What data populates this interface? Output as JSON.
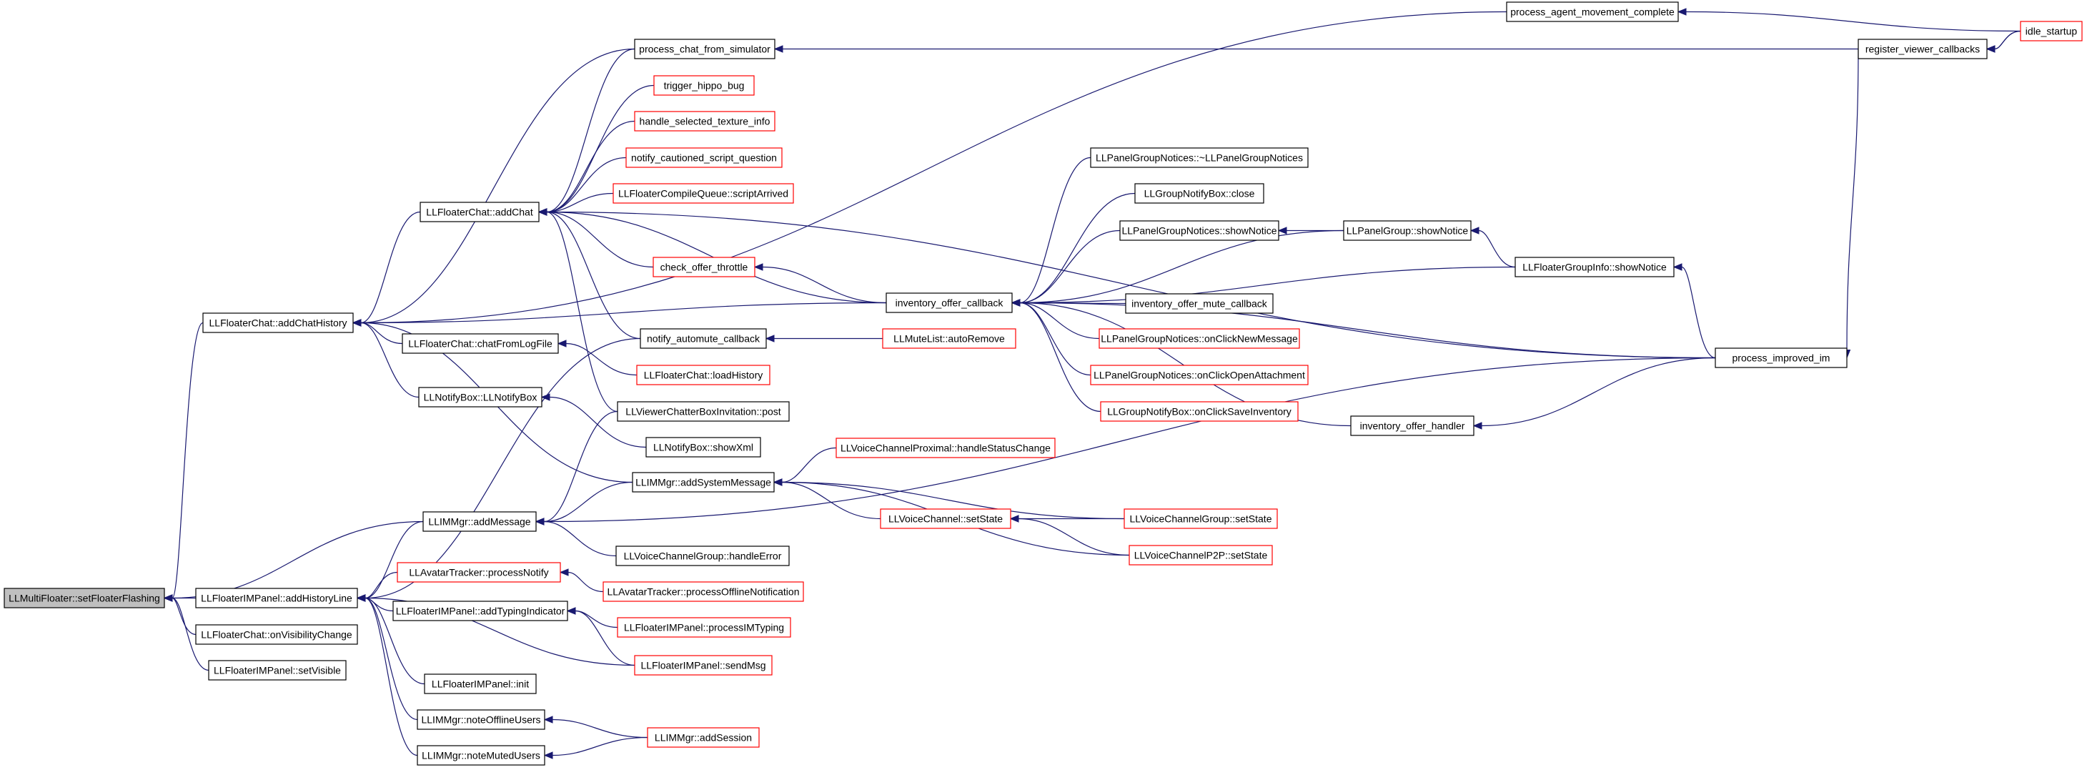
{
  "diagram": {
    "kind": "caller graph",
    "colors": {
      "edge": "#191970",
      "node_border_black": "#000000",
      "node_border_red": "#ff0000",
      "root_fill": "#bfbfbf",
      "background": "#ffffff"
    },
    "nodes": [
      {
        "id": "setFloaterFlashing",
        "label": "LLMultiFloater::setFloaterFlashing",
        "style": "root"
      },
      {
        "id": "addChatHistory",
        "label": "LLFloaterChat::addChatHistory",
        "style": "black"
      },
      {
        "id": "addHistoryLine",
        "label": "LLFloaterIMPanel::addHistoryLine",
        "style": "black"
      },
      {
        "id": "onVisibilityChange",
        "label": "LLFloaterChat::onVisibilityChange",
        "style": "black"
      },
      {
        "id": "setVisible",
        "label": "LLFloaterIMPanel::setVisible",
        "style": "black"
      },
      {
        "id": "addChat",
        "label": "LLFloaterChat::addChat",
        "style": "black"
      },
      {
        "id": "chatFromLogFile",
        "label": "LLFloaterChat::chatFromLogFile",
        "style": "black"
      },
      {
        "id": "notifyBoxCtor",
        "label": "LLNotifyBox::LLNotifyBox",
        "style": "black"
      },
      {
        "id": "addMessage",
        "label": "LLIMMgr::addMessage",
        "style": "black"
      },
      {
        "id": "processNotify",
        "label": "LLAvatarTracker::processNotify",
        "style": "red"
      },
      {
        "id": "addTypingIndicator",
        "label": "LLFloaterIMPanel::addTypingIndicator",
        "style": "black"
      },
      {
        "id": "panelInit",
        "label": "LLFloaterIMPanel::init",
        "style": "black"
      },
      {
        "id": "noteOfflineUsers",
        "label": "LLIMMgr::noteOfflineUsers",
        "style": "black"
      },
      {
        "id": "noteMutedUsers",
        "label": "LLIMMgr::noteMutedUsers",
        "style": "black"
      },
      {
        "id": "processChatFromSimulator",
        "label": "process_chat_from_simulator",
        "style": "black"
      },
      {
        "id": "triggerHippoBug",
        "label": "trigger_hippo_bug",
        "style": "red"
      },
      {
        "id": "handleSelectedTextureInfo",
        "label": "handle_selected_texture_info",
        "style": "red"
      },
      {
        "id": "notifyCautionedScriptQuestion",
        "label": "notify_cautioned_script_question",
        "style": "red"
      },
      {
        "id": "scriptArrived",
        "label": "LLFloaterCompileQueue::scriptArrived",
        "style": "red"
      },
      {
        "id": "checkOfferThrottle",
        "label": "check_offer_throttle",
        "style": "red"
      },
      {
        "id": "notifyAutomuteCallback",
        "label": "notify_automute_callback",
        "style": "black"
      },
      {
        "id": "loadHistory",
        "label": "LLFloaterChat::loadHistory",
        "style": "red"
      },
      {
        "id": "chatterBoxInvitationPost",
        "label": "LLViewerChatterBoxInvitation::post",
        "style": "black"
      },
      {
        "id": "notifyBoxShowXml",
        "label": "LLNotifyBox::showXml",
        "style": "black"
      },
      {
        "id": "addSystemMessage",
        "label": "LLIMMgr::addSystemMessage",
        "style": "black"
      },
      {
        "id": "voiceGroupHandleError",
        "label": "LLVoiceChannelGroup::handleError",
        "style": "black"
      },
      {
        "id": "processOfflineNotification",
        "label": "LLAvatarTracker::processOfflineNotification",
        "style": "red"
      },
      {
        "id": "processIMTyping",
        "label": "LLFloaterIMPanel::processIMTyping",
        "style": "red"
      },
      {
        "id": "sendMsg",
        "label": "LLFloaterIMPanel::sendMsg",
        "style": "red"
      },
      {
        "id": "addSession",
        "label": "LLIMMgr::addSession",
        "style": "red"
      },
      {
        "id": "processAgentMovementComplete",
        "label": "process_agent_movement_complete",
        "style": "black"
      },
      {
        "id": "inventoryOfferCallback",
        "label": "inventory_offer_callback",
        "style": "black"
      },
      {
        "id": "muteListAutoRemove",
        "label": "LLMuteList::autoRemove",
        "style": "red"
      },
      {
        "id": "proximalHandleStatusChange",
        "label": "LLVoiceChannelProximal::handleStatusChange",
        "style": "red"
      },
      {
        "id": "voiceChannelSetState",
        "label": "LLVoiceChannel::setState",
        "style": "red"
      },
      {
        "id": "panelGroupNoticesDtor",
        "label": "LLPanelGroupNotices::~LLPanelGroupNotices",
        "style": "black"
      },
      {
        "id": "groupNotifyBoxClose",
        "label": "LLGroupNotifyBox::close",
        "style": "black"
      },
      {
        "id": "panelGroupNoticesShowNotice",
        "label": "LLPanelGroupNotices::showNotice",
        "style": "black"
      },
      {
        "id": "inventoryOfferMuteCallback",
        "label": "inventory_offer_mute_callback",
        "style": "black"
      },
      {
        "id": "onClickNewMessage",
        "label": "LLPanelGroupNotices::onClickNewMessage",
        "style": "red"
      },
      {
        "id": "onClickOpenAttachment",
        "label": "LLPanelGroupNotices::onClickOpenAttachment",
        "style": "red"
      },
      {
        "id": "onClickSaveInventory",
        "label": "LLGroupNotifyBox::onClickSaveInventory",
        "style": "red"
      },
      {
        "id": "inventoryOfferHandler",
        "label": "inventory_offer_handler",
        "style": "black"
      },
      {
        "id": "voiceChannelGroupSetState",
        "label": "LLVoiceChannelGroup::setState",
        "style": "red"
      },
      {
        "id": "voiceChannelP2PSetState",
        "label": "LLVoiceChannelP2P::setState",
        "style": "red"
      },
      {
        "id": "panelGroupShowNotice",
        "label": "LLPanelGroup::showNotice",
        "style": "black"
      },
      {
        "id": "floaterGroupInfoShowNotice",
        "label": "LLFloaterGroupInfo::showNotice",
        "style": "black"
      },
      {
        "id": "registerViewerCallbacks",
        "label": "register_viewer_callbacks",
        "style": "black"
      },
      {
        "id": "processImprovedIm",
        "label": "process_improved_im",
        "style": "black"
      },
      {
        "id": "idleStartup",
        "label": "idle_startup",
        "style": "red"
      }
    ],
    "edges": [
      {
        "from": "addChatHistory",
        "to": "setFloaterFlashing"
      },
      {
        "from": "addHistoryLine",
        "to": "setFloaterFlashing"
      },
      {
        "from": "onVisibilityChange",
        "to": "setFloaterFlashing"
      },
      {
        "from": "setVisible",
        "to": "setFloaterFlashing"
      },
      {
        "from": "addMessage",
        "to": "setFloaterFlashing"
      },
      {
        "from": "addChat",
        "to": "addChatHistory"
      },
      {
        "from": "chatFromLogFile",
        "to": "addChatHistory"
      },
      {
        "from": "notifyBoxCtor",
        "to": "addChatHistory"
      },
      {
        "from": "addSystemMessage",
        "to": "addChatHistory"
      },
      {
        "from": "processChatFromSimulator",
        "to": "addChatHistory"
      },
      {
        "from": "processAgentMovementComplete",
        "to": "addChatHistory"
      },
      {
        "from": "inventoryOfferCallback",
        "to": "addChatHistory"
      },
      {
        "from": "addMessage",
        "to": "addHistoryLine"
      },
      {
        "from": "processNotify",
        "to": "addHistoryLine"
      },
      {
        "from": "addTypingIndicator",
        "to": "addHistoryLine"
      },
      {
        "from": "panelInit",
        "to": "addHistoryLine"
      },
      {
        "from": "noteOfflineUsers",
        "to": "addHistoryLine"
      },
      {
        "from": "noteMutedUsers",
        "to": "addHistoryLine"
      },
      {
        "from": "sendMsg",
        "to": "addHistoryLine"
      },
      {
        "from": "notifyAutomuteCallback",
        "to": "addHistoryLine"
      },
      {
        "from": "processChatFromSimulator",
        "to": "addChat"
      },
      {
        "from": "triggerHippoBug",
        "to": "addChat"
      },
      {
        "from": "handleSelectedTextureInfo",
        "to": "addChat"
      },
      {
        "from": "notifyCautionedScriptQuestion",
        "to": "addChat"
      },
      {
        "from": "scriptArrived",
        "to": "addChat"
      },
      {
        "from": "checkOfferThrottle",
        "to": "addChat"
      },
      {
        "from": "notifyAutomuteCallback",
        "to": "addChat"
      },
      {
        "from": "chatterBoxInvitationPost",
        "to": "addChat"
      },
      {
        "from": "inventoryOfferCallback",
        "to": "addChat"
      },
      {
        "from": "processImprovedIm",
        "to": "addChat"
      },
      {
        "from": "loadHistory",
        "to": "chatFromLogFile"
      },
      {
        "from": "notifyBoxShowXml",
        "to": "notifyBoxCtor"
      },
      {
        "from": "addSystemMessage",
        "to": "addMessage"
      },
      {
        "from": "voiceGroupHandleError",
        "to": "addMessage"
      },
      {
        "from": "chatterBoxInvitationPost",
        "to": "addMessage"
      },
      {
        "from": "processImprovedIm",
        "to": "addMessage"
      },
      {
        "from": "processOfflineNotification",
        "to": "processNotify"
      },
      {
        "from": "processIMTyping",
        "to": "addTypingIndicator"
      },
      {
        "from": "sendMsg",
        "to": "addTypingIndicator"
      },
      {
        "from": "addSession",
        "to": "noteOfflineUsers"
      },
      {
        "from": "addSession",
        "to": "noteMutedUsers"
      },
      {
        "from": "registerViewerCallbacks",
        "to": "processChatFromSimulator"
      },
      {
        "from": "inventoryOfferCallback",
        "to": "checkOfferThrottle"
      },
      {
        "from": "muteListAutoRemove",
        "to": "notifyAutomuteCallback"
      },
      {
        "from": "proximalHandleStatusChange",
        "to": "addSystemMessage"
      },
      {
        "from": "voiceChannelSetState",
        "to": "addSystemMessage"
      },
      {
        "from": "voiceChannelGroupSetState",
        "to": "addSystemMessage"
      },
      {
        "from": "voiceChannelP2PSetState",
        "to": "addSystemMessage"
      },
      {
        "from": "voiceChannelGroupSetState",
        "to": "voiceChannelSetState"
      },
      {
        "from": "voiceChannelP2PSetState",
        "to": "voiceChannelSetState"
      },
      {
        "from": "idleStartup",
        "to": "processAgentMovementComplete"
      },
      {
        "from": "idleStartup",
        "to": "registerViewerCallbacks"
      },
      {
        "from": "panelGroupNoticesDtor",
        "to": "inventoryOfferCallback"
      },
      {
        "from": "groupNotifyBoxClose",
        "to": "inventoryOfferCallback"
      },
      {
        "from": "panelGroupNoticesShowNotice",
        "to": "inventoryOfferCallback"
      },
      {
        "from": "inventoryOfferMuteCallback",
        "to": "inventoryOfferCallback"
      },
      {
        "from": "onClickNewMessage",
        "to": "inventoryOfferCallback"
      },
      {
        "from": "onClickOpenAttachment",
        "to": "inventoryOfferCallback"
      },
      {
        "from": "onClickSaveInventory",
        "to": "inventoryOfferCallback"
      },
      {
        "from": "inventoryOfferHandler",
        "to": "inventoryOfferCallback"
      },
      {
        "from": "panelGroupShowNotice",
        "to": "inventoryOfferCallback"
      },
      {
        "from": "floaterGroupInfoShowNotice",
        "to": "inventoryOfferCallback"
      },
      {
        "from": "processImprovedIm",
        "to": "inventoryOfferCallback"
      },
      {
        "from": "panelGroupShowNotice",
        "to": "panelGroupNoticesShowNotice"
      },
      {
        "from": "floaterGroupInfoShowNotice",
        "to": "panelGroupShowNotice"
      },
      {
        "from": "processImprovedIm",
        "to": "floaterGroupInfoShowNotice"
      },
      {
        "from": "processImprovedIm",
        "to": "inventoryOfferHandler"
      },
      {
        "from": "registerViewerCallbacks",
        "to": "processImprovedIm"
      },
      {
        "from": "idleStartup",
        "to": "registerViewerCallbacks"
      }
    ]
  }
}
